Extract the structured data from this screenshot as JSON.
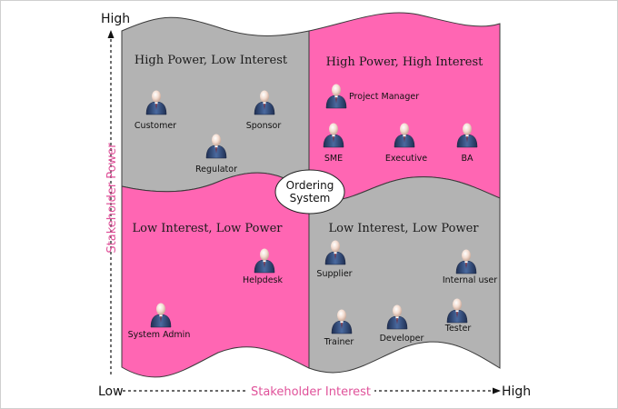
{
  "colors": {
    "pink": "#ff66b3",
    "gray": "#b3b3b3",
    "axis_title": "#e0529a",
    "border": "#3a3a3a"
  },
  "axes": {
    "y_high": "High",
    "x_low": "Low",
    "x_high": "High",
    "y_title": "Stakeholder Power",
    "x_title": "Stakeholder Interest"
  },
  "center": {
    "line1": "Ordering",
    "line2": "System"
  },
  "quadrants": {
    "top_left": {
      "title": "High Power, Low Interest",
      "stakeholders": [
        "Customer",
        "Sponsor",
        "Regulator"
      ]
    },
    "top_right": {
      "title": "High Power, High Interest",
      "stakeholders": [
        "Project Manager",
        "SME",
        "Executive",
        "BA"
      ]
    },
    "bottom_left": {
      "title": "Low Interest, Low Power",
      "stakeholders": [
        "Helpdesk",
        "System Admin"
      ]
    },
    "bottom_right": {
      "title": "Low Interest, Low Power",
      "stakeholders": [
        "Supplier",
        "Internal user",
        "Trainer",
        "Developer",
        "Tester"
      ]
    }
  }
}
